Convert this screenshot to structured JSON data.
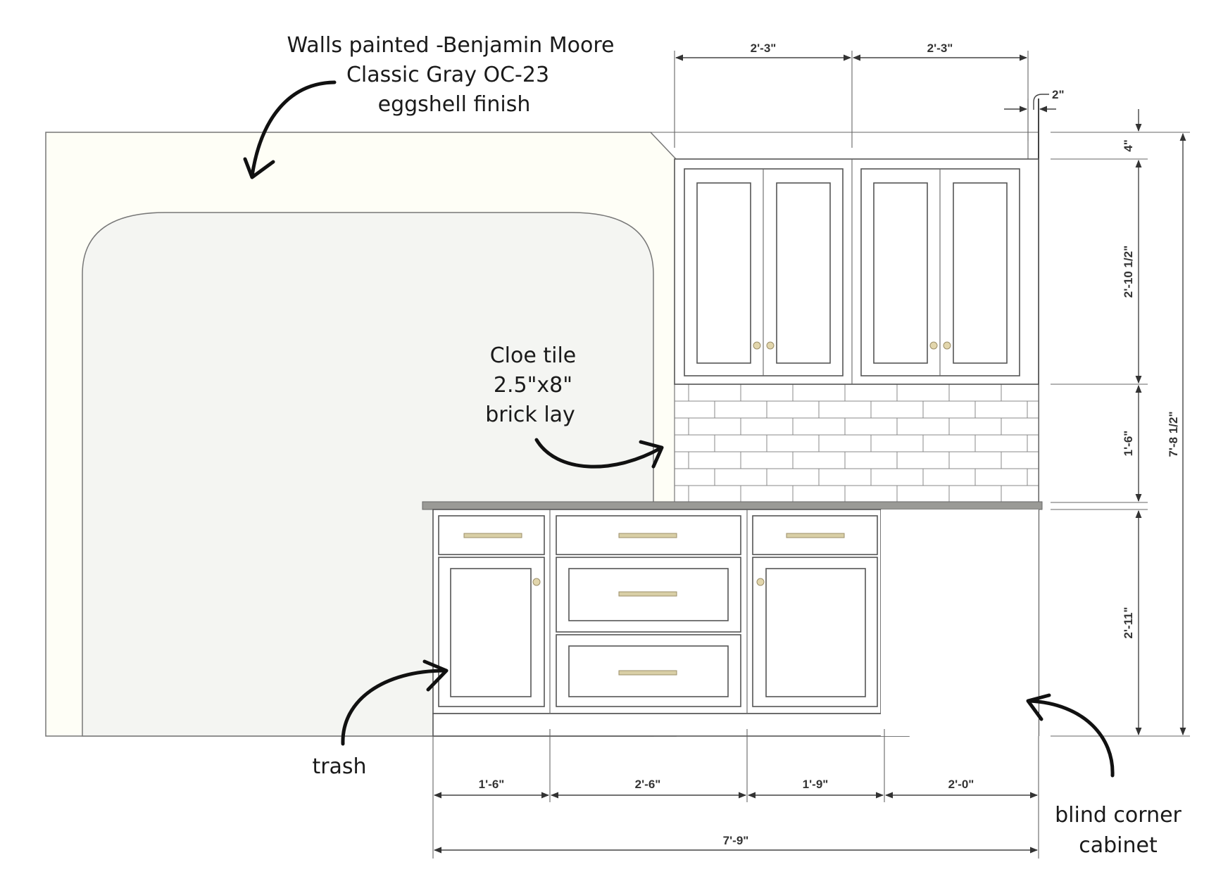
{
  "annotations": {
    "walls": [
      "Walls painted -Benjamin Moore",
      "Classic Gray OC-23",
      "eggshell finish"
    ],
    "tile": [
      "Cloe tile",
      "2.5\"x8\"",
      "brick lay"
    ],
    "trash": "trash",
    "blind_corner": [
      "blind corner",
      "cabinet"
    ]
  },
  "dimensions": {
    "upper_left_width": "2'-3\"",
    "upper_right_width": "2'-3\"",
    "side_gap": "2\"",
    "top_gap": "4\"",
    "upper_height": "2'-10 1/2\"",
    "backsplash_height": "1'-6\"",
    "base_height": "2'-11\"",
    "total_height": "7'-8 1/2\"",
    "base_1": "1'-6\"",
    "base_2": "2'-6\"",
    "base_3": "1'-9\"",
    "base_4": "2'-0\"",
    "total_width": "7'-9\""
  },
  "colors": {
    "wall": "#fefef6",
    "arch": "#f4f5f2",
    "countertop": "#9a9a96",
    "hardware": "#d9cfa6"
  }
}
